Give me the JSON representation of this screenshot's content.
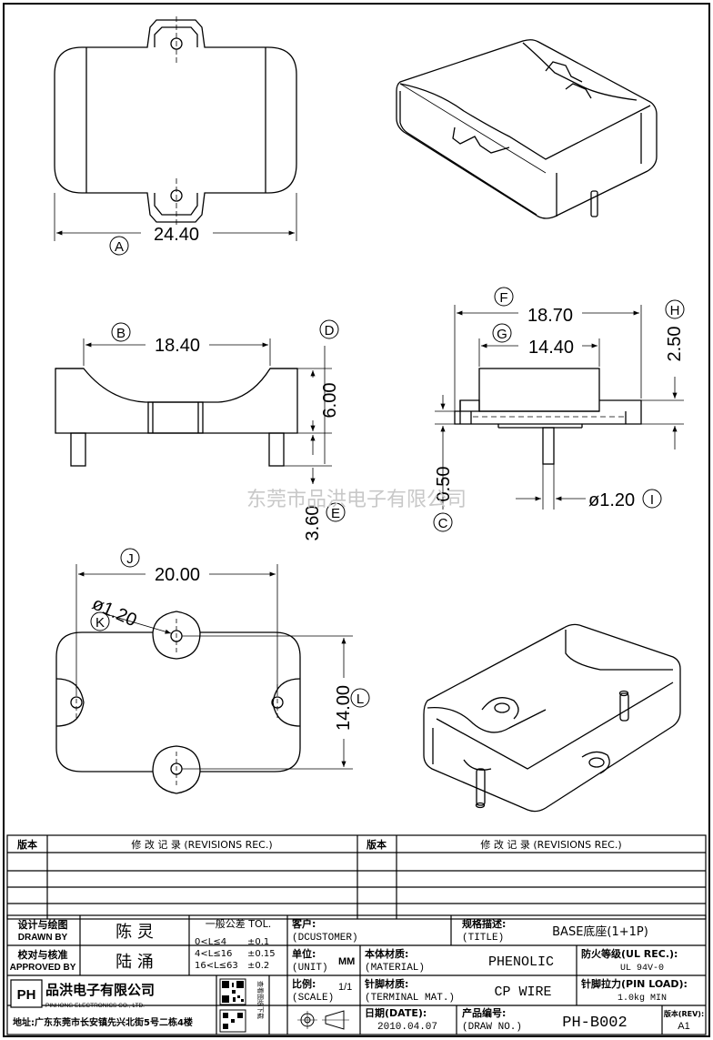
{
  "dimensions": {
    "A": {
      "letter": "A",
      "value": "24.40"
    },
    "B": {
      "letter": "B",
      "value": "18.40"
    },
    "C": {
      "letter": "C",
      "value": "0.50"
    },
    "D": {
      "letter": "D",
      "value": "6.00"
    },
    "E": {
      "letter": "E",
      "value": "3.60"
    },
    "F": {
      "letter": "F",
      "value": "18.70"
    },
    "G": {
      "letter": "G",
      "value": "14.40"
    },
    "H": {
      "letter": "H",
      "value": "2.50"
    },
    "I": {
      "letter": "I",
      "value": "ø1.20"
    },
    "J": {
      "letter": "J",
      "value": "20.00"
    },
    "K": {
      "letter": "K",
      "value": "ø1.20"
    },
    "L": {
      "letter": "L",
      "value": "14.00"
    }
  },
  "watermark": "东莞市品洪电子有限公司",
  "revisions": {
    "version_header": "版本",
    "record_header": "修 改 记 录 (REVISIONS REC.)"
  },
  "title_block": {
    "designed_by_label": "设计与绘图",
    "designed_by_label_en": "DRAWN BY",
    "designed_by": "陈 灵",
    "approved_by_label": "校对与核准",
    "approved_by_label_en": "APPROVED BY",
    "approved_by": "陆 涌",
    "tolerance_label": "一般公差 TOL.",
    "tolerances": [
      {
        "range": "0<L≤4",
        "tol": "±0.1"
      },
      {
        "range": "4<L≤16",
        "tol": "±0.15"
      },
      {
        "range": "16<L≤63",
        "tol": "±0.2"
      }
    ],
    "customer_label": "客户:",
    "customer_label_en": "(DCUSTOMER)",
    "title_label": "规格描述:",
    "title_label_en": "(TITLE)",
    "title_value": "BASE底座(1+1P)",
    "unit_label": "单位:",
    "unit_label_en": "(UNIT)",
    "unit_value": "MM",
    "material_label": "本体材质:",
    "material_label_en": "(MATERIAL)",
    "material_value": "PHENOLIC",
    "ul_label": "防火等级(UL REC.):",
    "ul_value": "UL 94V-0",
    "scale_label": "比例:",
    "scale_label_en": "(SCALE)",
    "scale_value": "1/1",
    "terminal_label": "针脚材质:",
    "terminal_label_en": "(TERMINAL MAT.)",
    "terminal_value": "CP WIRE",
    "pin_load_label": "针脚拉力(PIN LOAD):",
    "pin_load_value": "1.0kg MIN",
    "date_label": "日期(DATE):",
    "date_value": "2010.04.07",
    "drawno_label": "产品编号:",
    "drawno_label_en": "(DRAW NO.)",
    "drawno_value": "PH-B002",
    "rev_label": "版本(REV):",
    "rev_value": "A1",
    "company_name": "品洪电子有限公司",
    "company_name_en": "PINHONG ELECTRONICS CO., LTD.",
    "company_address": "地址:广东东莞市长安镇先兴北街5号二栋4楼",
    "logo_text": "PH",
    "qr_caption": "查看图纸下载"
  }
}
